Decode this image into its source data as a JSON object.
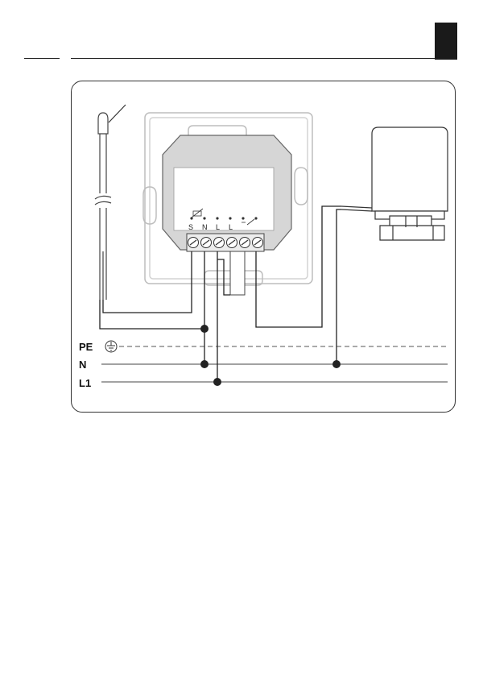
{
  "header": {
    "chapter_tab_color": "#1a1a1a"
  },
  "diagram": {
    "supply_lines": [
      {
        "id": "pe",
        "label": "PE",
        "style": "dashed",
        "icon": "ground-icon"
      },
      {
        "id": "n",
        "label": "N",
        "style": "solid"
      },
      {
        "id": "l1",
        "label": "L1",
        "style": "solid"
      }
    ],
    "terminal_labels": [
      "S",
      "N",
      "L",
      "L"
    ],
    "terminal_screw_count": 6,
    "components": [
      "floor-temperature-sensor",
      "room-thermostat",
      "thermal-actuator"
    ]
  }
}
